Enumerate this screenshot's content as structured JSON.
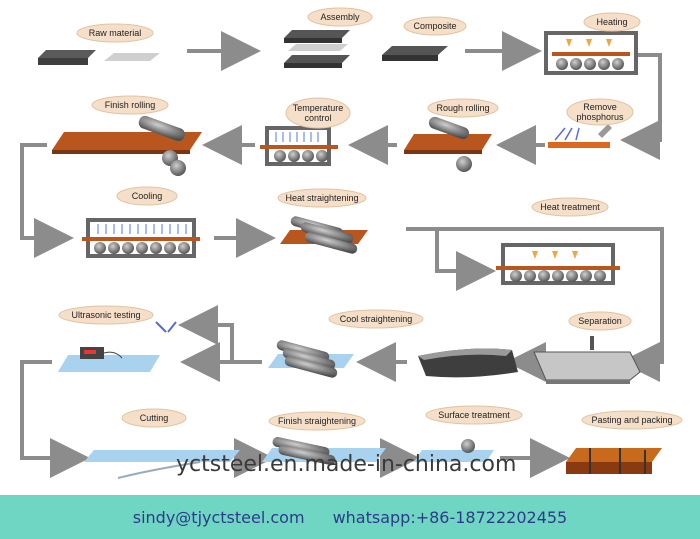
{
  "steps": [
    "Raw material",
    "Assembly",
    "Composite",
    "Heating",
    "Finish rolling",
    "Temperature control",
    "Rough rolling",
    "Remove phosphorus",
    "Cooling",
    "Heat straightening",
    "Heat treatment",
    "Ultrasonic testing",
    "Cool straightening",
    "Separation",
    "Cutting",
    "Finish straightening",
    "Surface treatment",
    "Pasting and packing"
  ],
  "watermark": "yctsteel.en.made-in-china.com",
  "footer": {
    "email": "sindy@tjyctsteel.com",
    "whatsapp": "whatsapp:+86-18722202455"
  },
  "colors": {
    "steel": "#8a8a8a",
    "copper": "#b8561e",
    "plate_blue": "#a9d2ee",
    "label_fill": "#f5dfc8",
    "arrow": "#8c8c8c",
    "footer": "#6fd6c4"
  }
}
